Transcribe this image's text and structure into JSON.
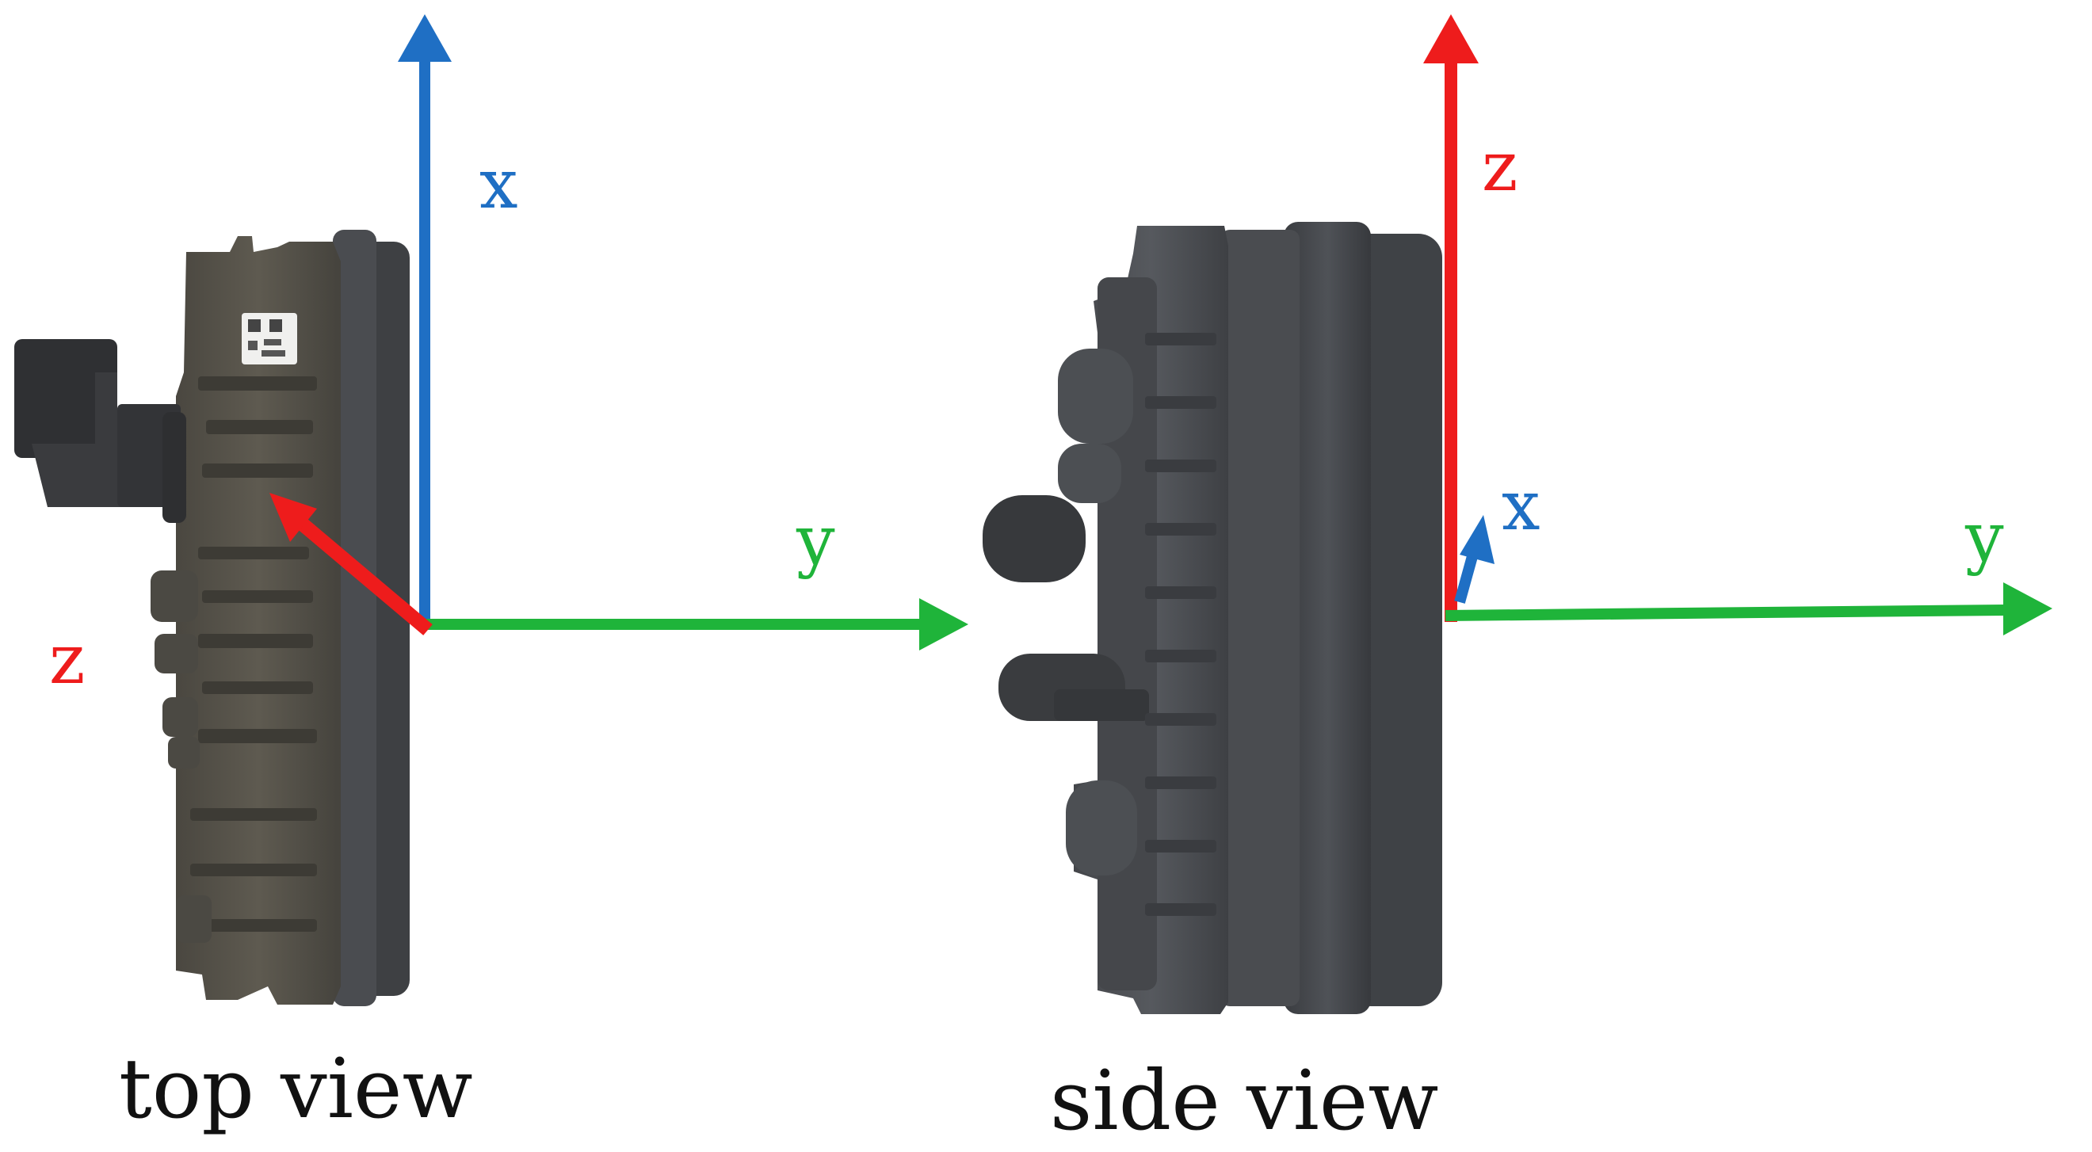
{
  "colors": {
    "x_axis": "#1f6fc4",
    "y_axis": "#1fb43a",
    "z_axis": "#ee1c1c",
    "part_dark": "#3c3d3f",
    "part_mid": "#4d4f52",
    "part_olive": "#55524a"
  },
  "top_view": {
    "caption": "top view",
    "x_label": "x",
    "y_label": "y",
    "z_label": "z"
  },
  "side_view": {
    "caption": "side view",
    "x_label": "x",
    "y_label": "y",
    "z_label": "z"
  }
}
